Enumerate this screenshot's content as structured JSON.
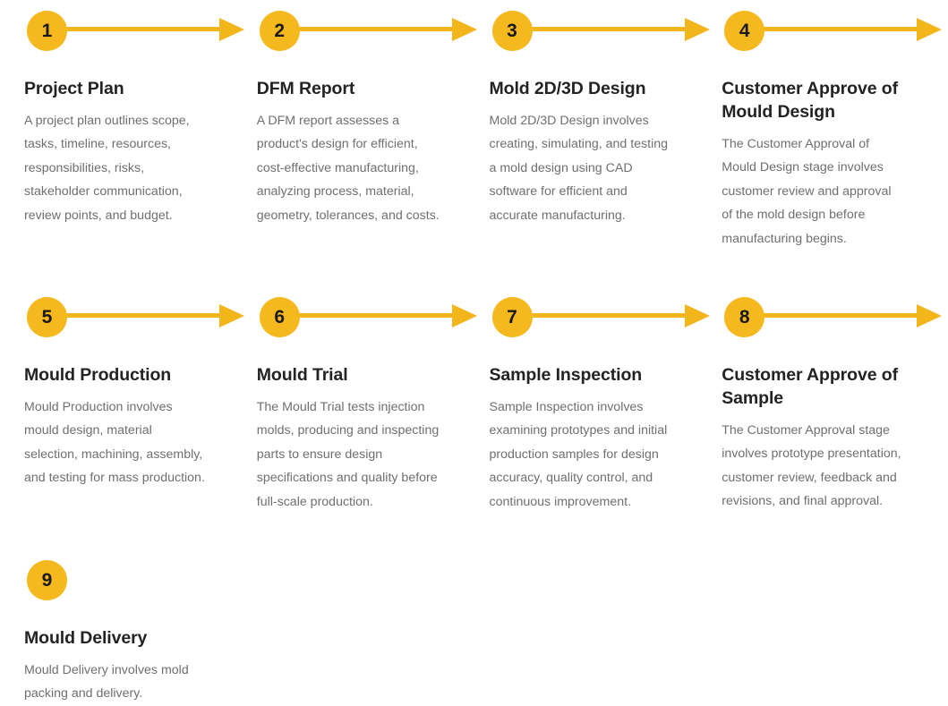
{
  "theme": {
    "accent_yellow": "#F5B81E",
    "arrow_yellow": "#F2B51C",
    "title_color": "#232323",
    "body_color": "#6f6f6f",
    "background": "#ffffff"
  },
  "steps": [
    {
      "number": "1",
      "title": "Project Plan",
      "description": "A project plan outlines scope, tasks, timeline, resources, responsibilities, risks, stakeholder communication, review points, and budget.",
      "has_arrow": true
    },
    {
      "number": "2",
      "title": "DFM Report",
      "description": "A DFM report assesses a product's design for efficient, cost-effective manufacturing, analyzing process, material, geometry, tolerances, and costs.",
      "has_arrow": true
    },
    {
      "number": "3",
      "title": "Mold 2D/3D Design",
      "description": "Mold 2D/3D Design involves creating, simulating, and testing a mold design using CAD software for efficient and accurate manufacturing.",
      "has_arrow": true
    },
    {
      "number": "4",
      "title": "Customer Approve of Mould Design",
      "description": "The Customer Approval of Mould Design stage involves customer review and approval of the mold design before manufacturing begins.",
      "has_arrow": true
    },
    {
      "number": "5",
      "title": "Mould Production",
      "description": "Mould Production involves mould design, material selection, machining, assembly, and testing for mass production.",
      "has_arrow": true
    },
    {
      "number": "6",
      "title": "Mould Trial",
      "description": "The Mould Trial tests injection molds, producing and inspecting parts to ensure design specifications and quality before full-scale production.",
      "has_arrow": true
    },
    {
      "number": "7",
      "title": "Sample Inspection",
      "description": "Sample Inspection involves examining prototypes and initial production samples for design accuracy, quality control, and continuous improvement.",
      "has_arrow": true
    },
    {
      "number": "8",
      "title": "Customer Approve of Sample",
      "description": "The Customer Approval stage involves prototype presentation, customer review, feedback and revisions, and final approval.",
      "has_arrow": true
    },
    {
      "number": "9",
      "title": "Mould Delivery",
      "description": "Mould Delivery involves mold packing and delivery.",
      "has_arrow": false
    }
  ]
}
